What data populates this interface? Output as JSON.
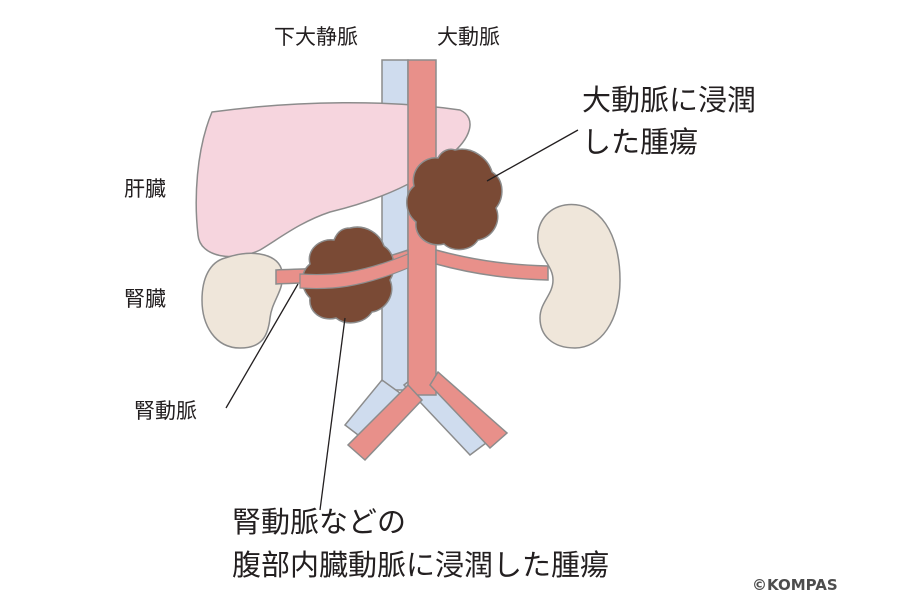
{
  "labels": {
    "ivc": "下大静脈",
    "aorta": "大動脈",
    "liver": "肝臓",
    "kidney": "腎臓",
    "renal_artery": "腎動脈",
    "tumor_aorta_line1": "大動脈に浸潤",
    "tumor_aorta_line2": "した腫瘍",
    "tumor_renal_line1": "腎動脈などの",
    "tumor_renal_line2": "腹部内臓動脈に浸潤した腫瘍"
  },
  "copyright": "©KOMPAS",
  "colors": {
    "liver": "#f6d5de",
    "kidney": "#efe6da",
    "artery": "#e8908a",
    "vein": "#cfdcee",
    "tumor": "#7a4a35",
    "outline": "#8c8c8c",
    "text": "#231f20"
  }
}
